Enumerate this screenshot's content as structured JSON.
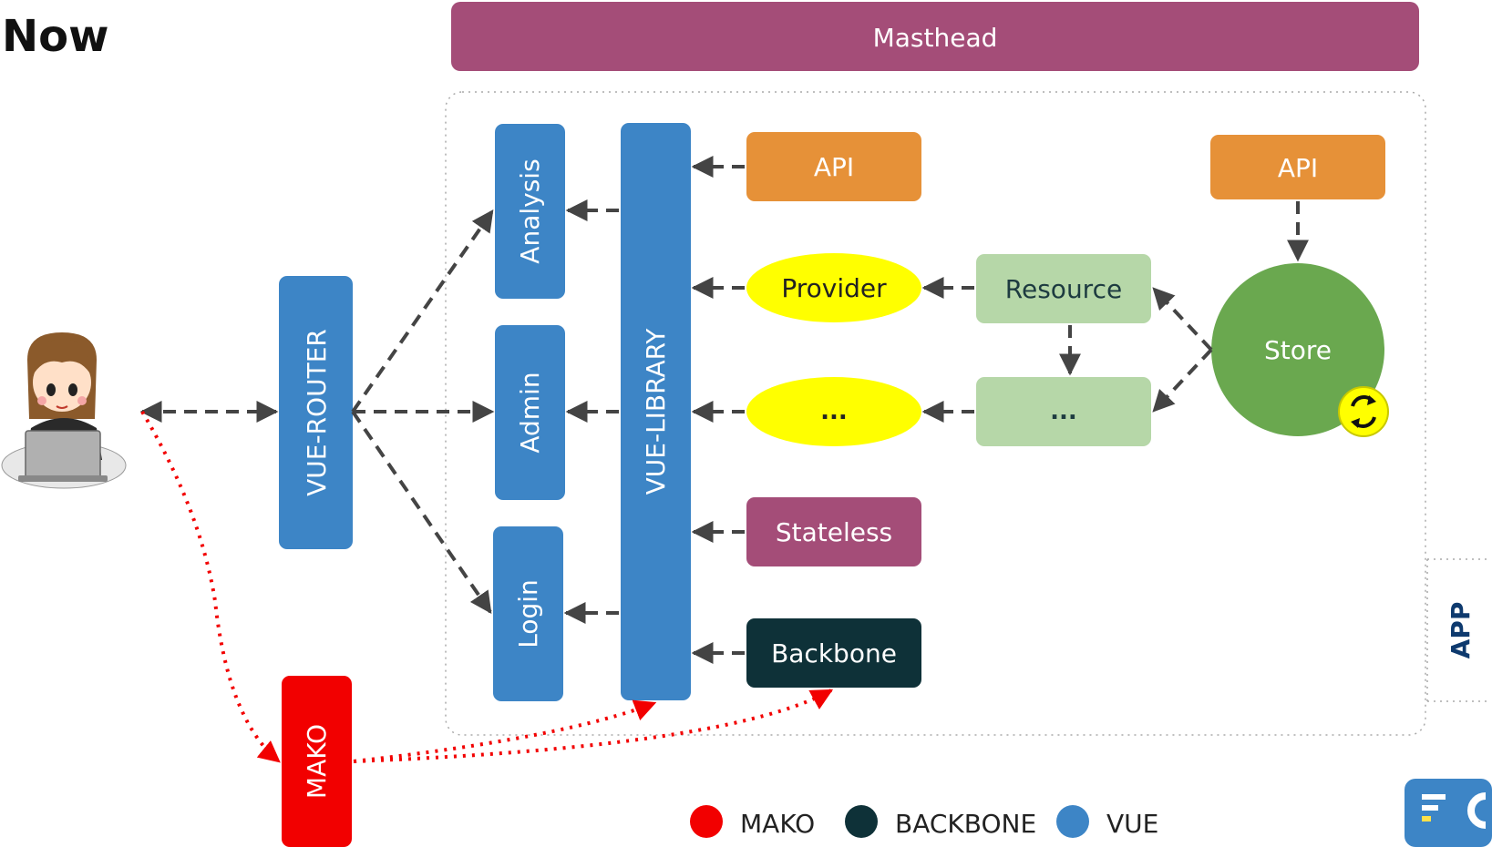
{
  "title": "Now",
  "masthead": "Masthead",
  "app_label": "APP",
  "router": "VUE-ROUTER",
  "library": "VUE-LIBRARY",
  "mako": "MAKO",
  "pages": {
    "analysis": "Analysis",
    "admin": "Admin",
    "login": "Login"
  },
  "sources": {
    "api": "API",
    "provider": "Provider",
    "ellipsis_yellow": "...",
    "stateless": "Stateless",
    "backbone": "Backbone"
  },
  "resource": "Resource",
  "resource_ellipsis": "...",
  "store_api": "API",
  "store": "Store",
  "legend": [
    {
      "label": "MAKO",
      "color": "#f20000"
    },
    {
      "label": "BACKBONE",
      "color": "#0e3138"
    },
    {
      "label": "VUE",
      "color": "#3d85c6"
    }
  ],
  "colors": {
    "masthead": "#a44d78",
    "vue_blue": "#3d85c6",
    "api_orange": "#e69138",
    "provider_yellow": "#ffff00",
    "resource_green": "#b6d7a8",
    "store_green": "#6aa84f",
    "stateless": "#a44d78",
    "backbone": "#0e3138",
    "mako_red": "#f20000"
  }
}
